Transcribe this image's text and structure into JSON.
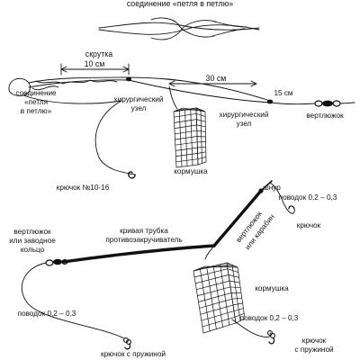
{
  "diagram": {
    "title": "соединение «петля в петлю»",
    "top_rig": {
      "twist_label": "скрутка",
      "twist_length": "10 см",
      "loop_connection": [
        "соединение",
        "«петля",
        "в петлю»"
      ],
      "surgeon_knot_left": [
        "хирургический",
        "узел"
      ],
      "span_30": "30 см",
      "span_15": "15 см",
      "surgeon_knot_right": [
        "хирургический",
        "узел"
      ],
      "swivel": "вертлюжок",
      "feeder": "кормушка",
      "hook": "крючок №10-16"
    },
    "bottom_rig": {
      "line": "шнур",
      "leader_top_right": "поводок 0,2 – 0,3",
      "hook_top_right": "крючок",
      "swivel_carabiner": [
        "вертлюжок",
        "или карабин"
      ],
      "swivel_ring": [
        "вертлюжок",
        "или заводное",
        "кольцо"
      ],
      "anti_tangle_tube": [
        "кривая трубка",
        "противозакручиватель"
      ],
      "feeder": "кормушка",
      "leader_left": "поводок 0,2 – 0,3",
      "leader_right": "поводок 0,2 – 0,3",
      "spring_hook_left": "крючок с пружиной",
      "spring_hook_right": [
        "крючок",
        "с пружиной"
      ]
    }
  }
}
